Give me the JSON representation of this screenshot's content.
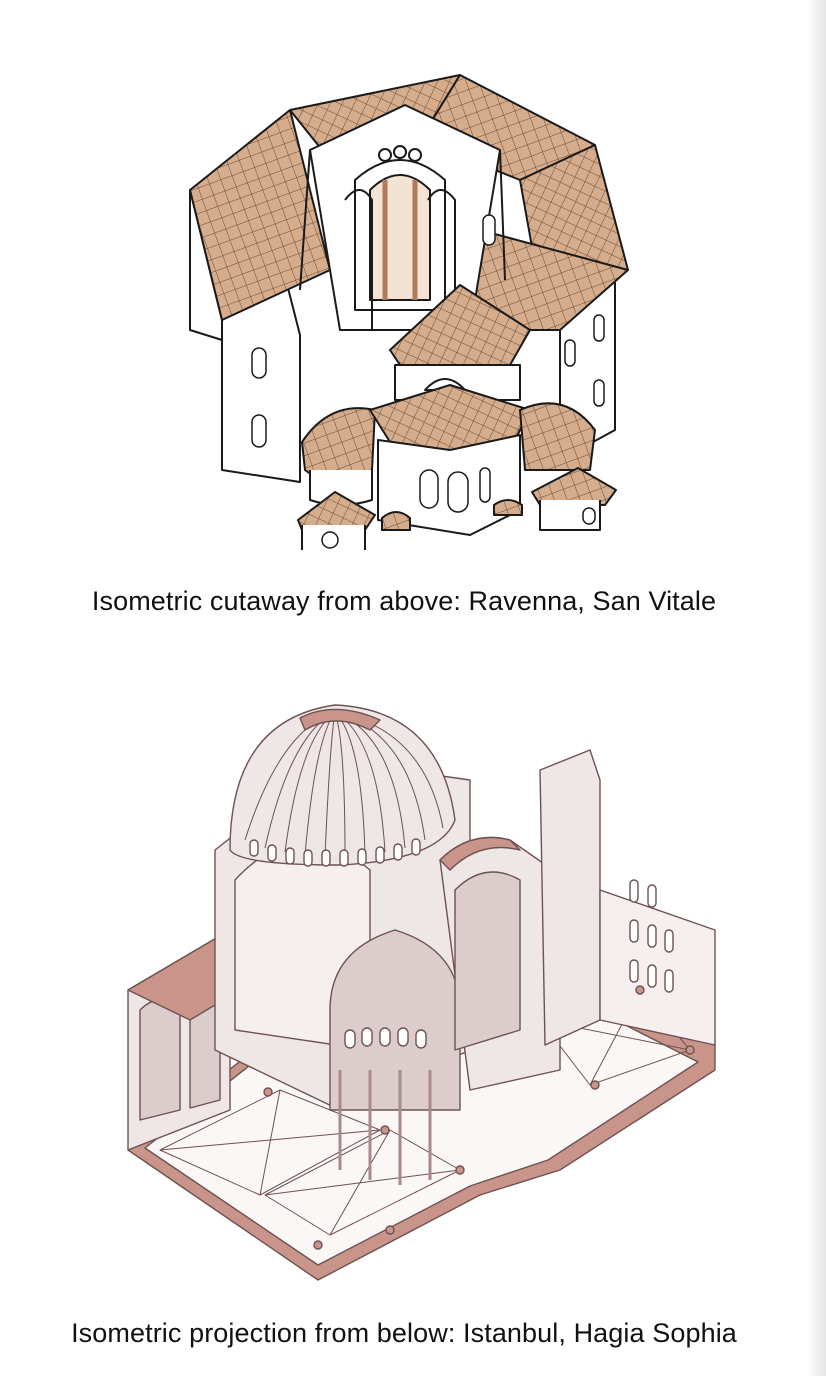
{
  "figures": [
    {
      "caption": "Isometric cutaway from above: Ravenna, San Vitale",
      "drawing": "san-vitale-cutaway"
    },
    {
      "caption": "Isometric projection from below: Istanbul, Hagia Sophia",
      "drawing": "hagia-sophia-projection"
    }
  ],
  "colors": {
    "roof_tile": "#d6ad8c",
    "tile_line": "#6b4a33",
    "outline": "#1a1a1a",
    "wall": "#ffffff",
    "hs_wall": "#efe6e6",
    "hs_shade": "#ddcccc",
    "hs_section": "#c9948a",
    "hs_line": "#6e5252"
  }
}
